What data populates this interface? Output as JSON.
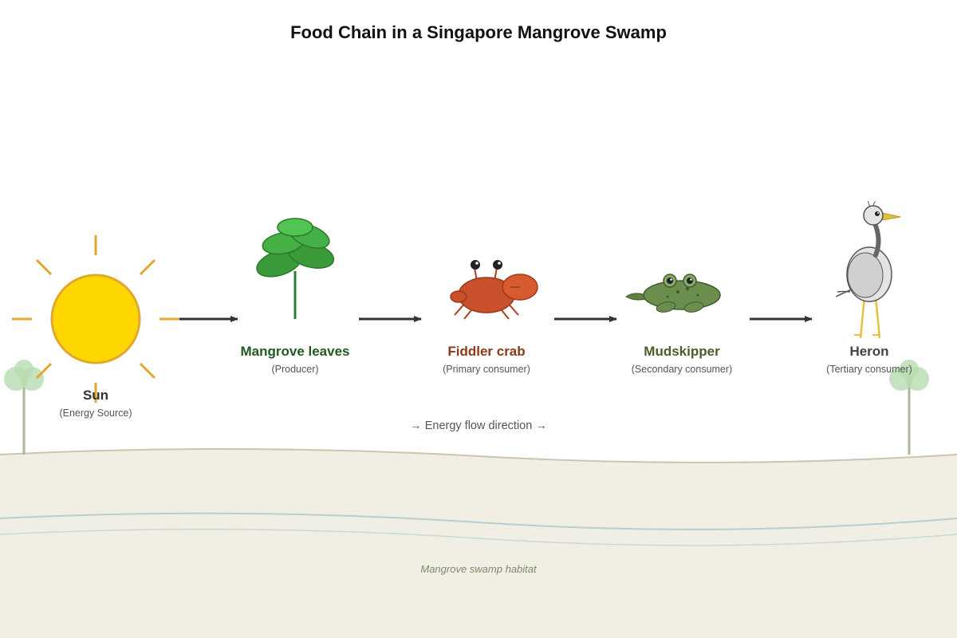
{
  "title": "Food Chain in a Singapore Mangrove Swamp",
  "nodes": [
    {
      "name": "Sun",
      "role": "(Energy Source)",
      "color": "#333333"
    },
    {
      "name": "Mangrove leaves",
      "role": "(Producer)",
      "color": "#1f5a1f"
    },
    {
      "name": "Fiddler crab",
      "role": "(Primary consumer)",
      "color": "#8b3a1a"
    },
    {
      "name": "Mudskipper",
      "role": "(Secondary consumer)",
      "color": "#4a5e2a"
    },
    {
      "name": "Heron",
      "role": "(Tertiary consumer)",
      "color": "#444444"
    }
  ],
  "flow": {
    "arrow_left": "→",
    "text": "Energy flow direction",
    "arrow_right": "→"
  },
  "habitat": "Mangrove swamp habitat",
  "colors": {
    "sun": "#FFD700",
    "sun_outline": "#E0A82E",
    "leaf": "#3a9a3a",
    "crab": "#c8502a",
    "mudskipper": "#6b8e4e",
    "heron": "#dddddd",
    "ground": "#f1efe3",
    "arrow": "#333333"
  }
}
